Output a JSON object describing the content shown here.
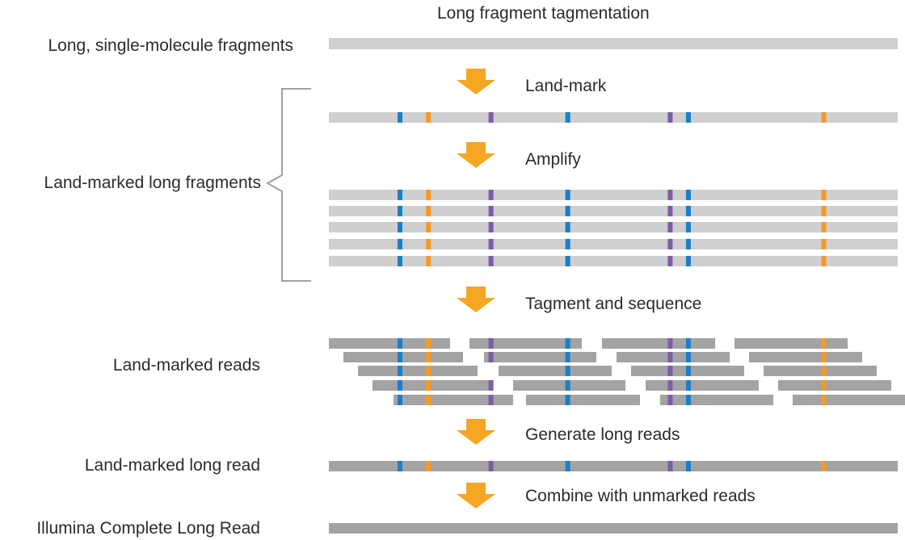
{
  "title": "Long fragment tagmentation",
  "colors": {
    "fragment_light": "#cfcfcf",
    "read_dark": "#a3a3a3",
    "arrow": "#f5a623",
    "marker_blue": "#1a7fc9",
    "marker_orange": "#f59a28",
    "marker_purple": "#7e5ca8",
    "bracket": "#a0a0a0"
  },
  "row_labels": {
    "long_fragments": "Long, single-molecule fragments",
    "land_marked_long_fragments": "Land-marked long fragments",
    "land_marked_reads": "Land-marked reads",
    "land_marked_long_read": "Land-marked long read",
    "complete_long_read": "Illumina Complete Long Read"
  },
  "steps": [
    {
      "label": "Land-mark",
      "icon": "down-arrow-icon"
    },
    {
      "label": "Amplify",
      "icon": "down-arrow-icon"
    },
    {
      "label": "Tagment and sequence",
      "icon": "down-arrow-icon"
    },
    {
      "label": "Generate long reads",
      "icon": "down-arrow-icon"
    },
    {
      "label": "Combine with unmarked reads",
      "icon": "down-arrow-icon"
    }
  ],
  "markers": [
    {
      "type": "blue",
      "position": 0.125
    },
    {
      "type": "orange",
      "position": 0.175
    },
    {
      "type": "purple",
      "position": 0.285
    },
    {
      "type": "blue",
      "position": 0.42
    },
    {
      "type": "purple",
      "position": 0.6
    },
    {
      "type": "blue",
      "position": 0.632
    },
    {
      "type": "orange",
      "position": 0.87
    }
  ],
  "amplified_copies": 5,
  "read_rows": 5
}
